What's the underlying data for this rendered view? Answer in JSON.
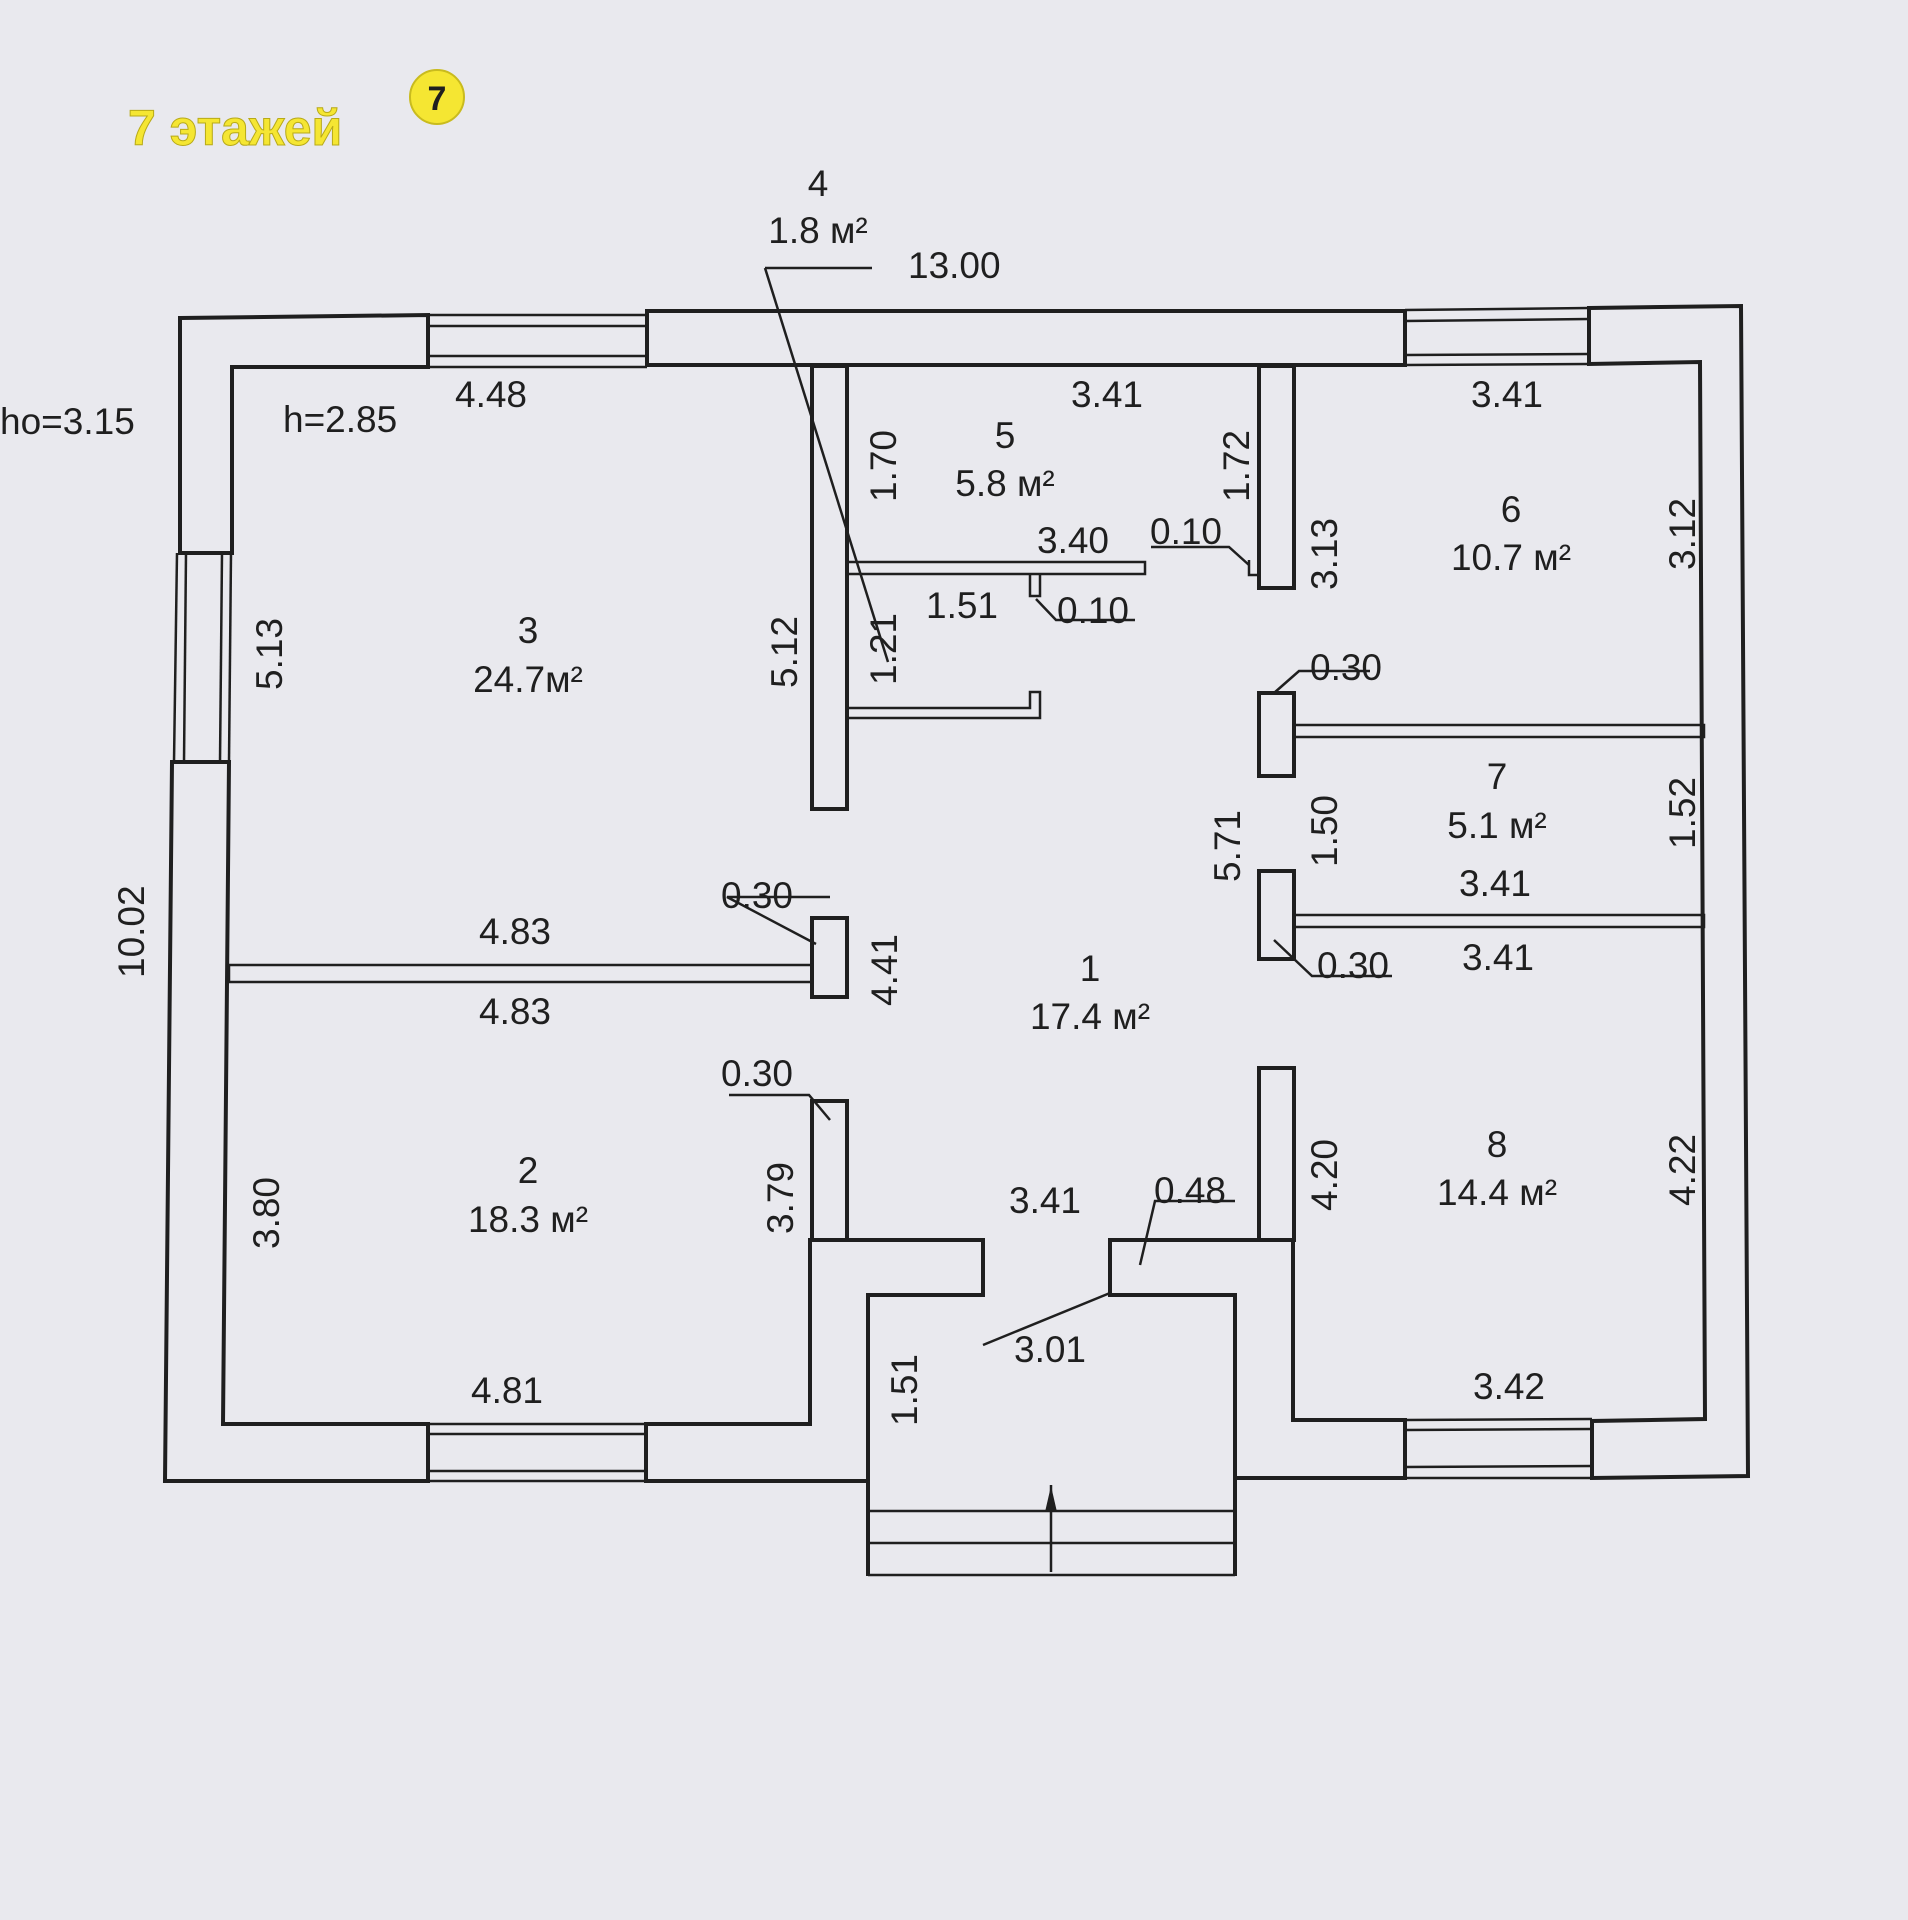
{
  "brand": {
    "name": "7 этажей",
    "badge": "7",
    "color": "#f5e632"
  },
  "overall": {
    "width": "13.00",
    "depth": "10.02",
    "ceiling_height": "h=2.85",
    "floor_height": "ho=3.15"
  },
  "rooms": [
    {
      "num": "1",
      "area": "17.4 м²"
    },
    {
      "num": "2",
      "area": "18.3 м²"
    },
    {
      "num": "3",
      "area": "24.7м²"
    },
    {
      "num": "4",
      "area": "1.8 м²"
    },
    {
      "num": "5",
      "area": "5.8 м²"
    },
    {
      "num": "6",
      "area": "10.7 м²"
    },
    {
      "num": "7",
      "area": "5.1 м²"
    },
    {
      "num": "8",
      "area": "14.4 м²"
    }
  ],
  "dims": {
    "top_left_window": "4.48",
    "top_mid": "3.41",
    "top_right": "3.41",
    "left_upper": "5.13",
    "r3_right": "5.12",
    "r5_upper": "1.70",
    "r5_lower": "1.21",
    "r5_width": "3.40",
    "r5_small": "1.51",
    "r5_gap_a": "0.10",
    "r5_gap_b": "0.10",
    "r6_left": "1.72",
    "r6_lower": "3.13",
    "r6_right": "3.12",
    "wall_a": "0.30",
    "wall_b": "0.30",
    "wall_c": "0.30",
    "wall_d": "0.30",
    "corridor_height": "5.71",
    "r7_left": "1.50",
    "r7_right": "1.52",
    "r7_bottom": "3.41",
    "r8_top": "3.41",
    "r3_bottom": "4.83",
    "r2_top": "4.83",
    "pier": "4.41",
    "r2_left": "3.80",
    "r2_right": "3.79",
    "r2_bottom": "4.81",
    "hall_width": "3.41",
    "door_wall": "0.48",
    "vestibule_width": "3.01",
    "vestibule_depth": "1.51",
    "r8_left": "4.20",
    "r8_right": "4.22",
    "r8_bottom": "3.42"
  }
}
